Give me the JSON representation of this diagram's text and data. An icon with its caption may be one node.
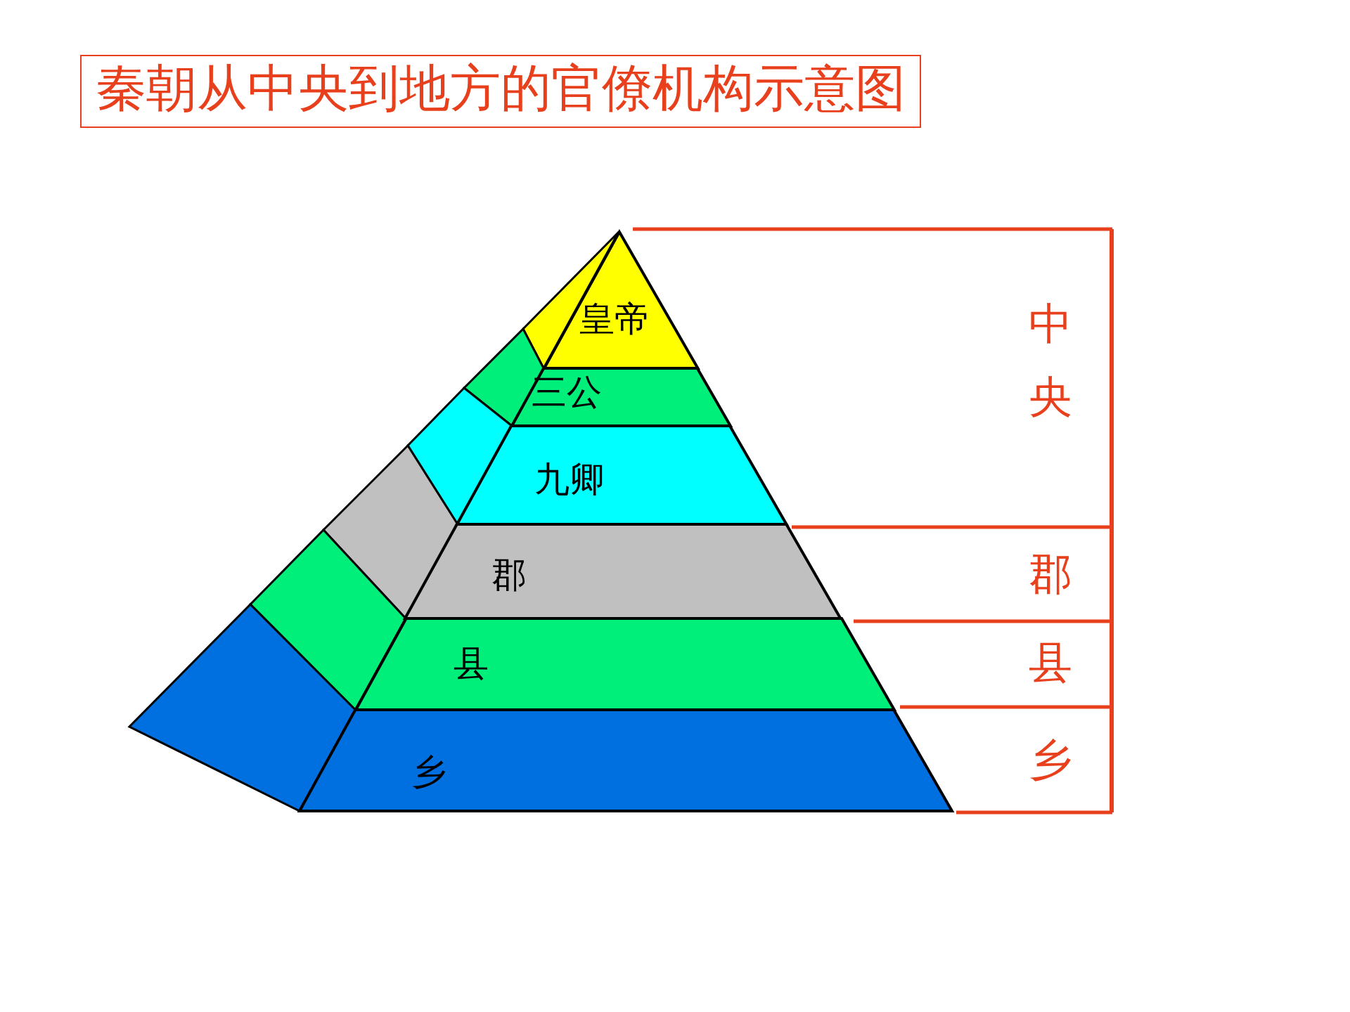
{
  "diagram": {
    "title": "秦朝从中央到地方的官僚机构示意图",
    "nodes": [
      {
        "text": [
          "皇帝"
        ]
      },
      {
        "text": [
          "三公"
        ]
      },
      {
        "text": [
          "九卿"
        ]
      },
      {
        "text": [
          "郡"
        ]
      },
      {
        "text": [
          "县"
        ]
      },
      {
        "text": [
          "乡"
        ]
      },
      {
        "text": [
          "中央"
        ]
      },
      {
        "text": [
          "郡"
        ]
      },
      {
        "text": [
          "县"
        ]
      },
      {
        "text": [
          "乡"
        ]
      }
    ],
    "edges": []
  }
}
